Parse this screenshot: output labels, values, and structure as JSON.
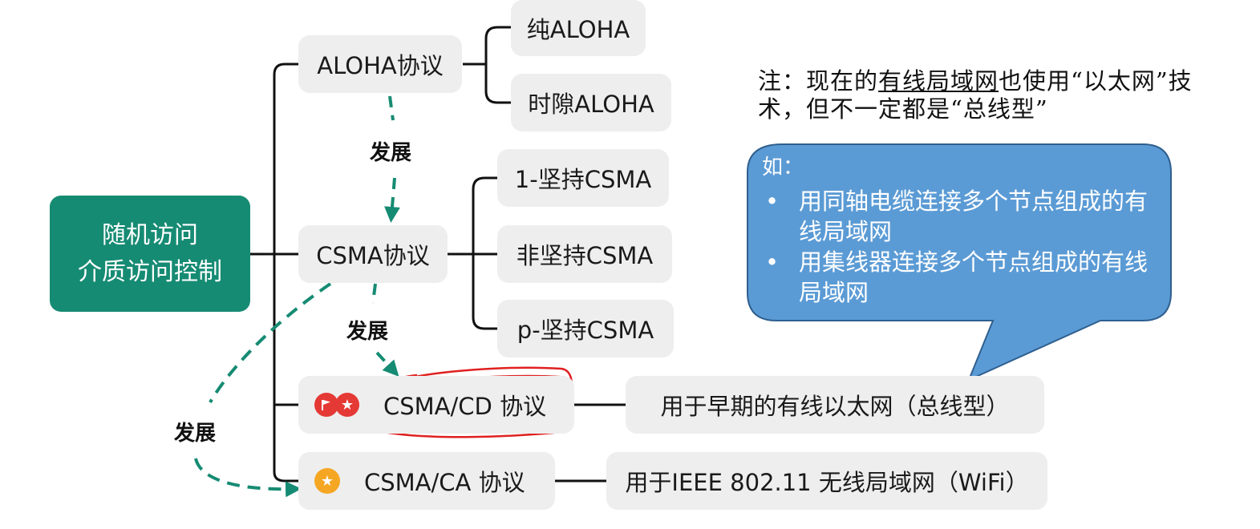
{
  "root": {
    "line1": "随机访问",
    "line2": "介质访问控制"
  },
  "protocols": {
    "aloha": {
      "label": "ALOHA协议",
      "children": [
        "纯ALOHA",
        "时隙ALOHA"
      ]
    },
    "csma": {
      "label": "CSMA协议",
      "children": [
        "1-坚持CSMA",
        "非坚持CSMA",
        "p-坚持CSMA"
      ]
    },
    "csma_cd": {
      "label": "CSMA/CD 协议",
      "use": "用于早期的有线以太网（总线型）"
    },
    "csma_ca": {
      "label": "CSMA/CA 协议",
      "use": "用于IEEE 802.11 无线局域网（WiFi）"
    }
  },
  "evolution": {
    "label": "发展"
  },
  "note": {
    "prefix": "注：现在的",
    "underlined": "有线局域网",
    "suffix": "也使用“以太网”技术，但不一定都是“总线型”"
  },
  "callout": {
    "lead": "如：",
    "bullet": "•",
    "items": [
      "用同轴电缆连接多个节点组成的有线局域网",
      "用集线器连接多个节点组成的有线局域网"
    ]
  },
  "colors": {
    "root_bg": "#168b73",
    "evolution_arrow": "#168b73",
    "callout_fill": "#5b9bd5",
    "callout_stroke": "#2f5f8f",
    "annotation_red": "#e02020",
    "flag_badge": "#e53935",
    "star_badge": "#f5a623"
  },
  "icons": [
    "flag-icon",
    "star-icon"
  ]
}
